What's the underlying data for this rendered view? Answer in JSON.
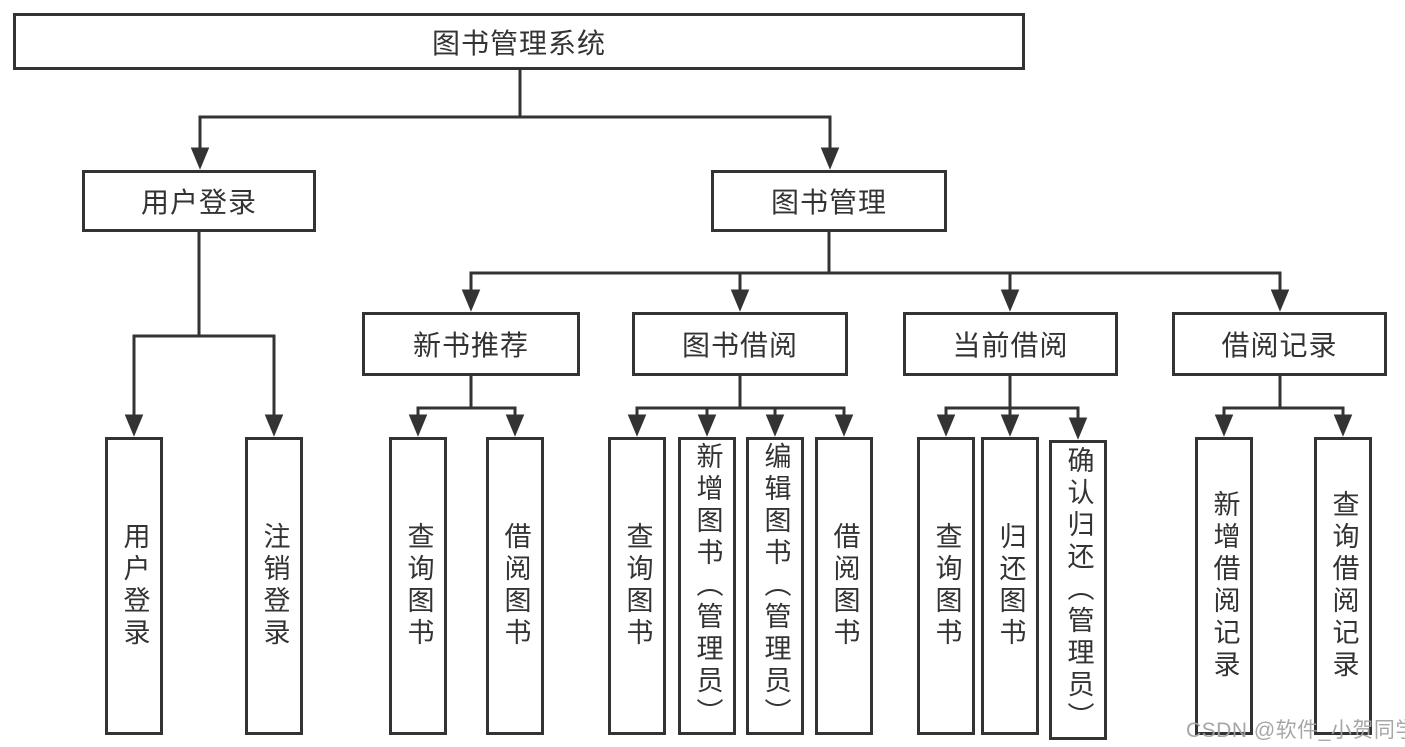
{
  "colors": {
    "line": "#333333",
    "box_border": "#333333",
    "text": "#333333",
    "watermark": "#a2a2a2",
    "background": "#ffffff"
  },
  "tree": {
    "root": {
      "label": "图书管理系统"
    },
    "branches": [
      {
        "label": "用户登录",
        "leaves": [
          {
            "label": "用户登录"
          },
          {
            "label": "注销登录"
          }
        ]
      },
      {
        "label": "图书管理",
        "children": [
          {
            "label": "新书推荐",
            "leaves": [
              {
                "label": "查询图书"
              },
              {
                "label": "借阅图书"
              }
            ]
          },
          {
            "label": "图书借阅",
            "leaves": [
              {
                "label": "查询图书"
              },
              {
                "label": "新增图书（管理员）"
              },
              {
                "label": "编辑图书（管理员）"
              },
              {
                "label": "借阅图书"
              }
            ]
          },
          {
            "label": "当前借阅",
            "leaves": [
              {
                "label": "查询图书"
              },
              {
                "label": "归还图书"
              },
              {
                "label": "确认归还（管理员）"
              }
            ]
          },
          {
            "label": "借阅记录",
            "leaves": [
              {
                "label": "新增借阅记录"
              },
              {
                "label": "查询借阅记录"
              }
            ]
          }
        ]
      }
    ]
  },
  "watermark": {
    "text": "CSDN @软件_小贺同学"
  }
}
